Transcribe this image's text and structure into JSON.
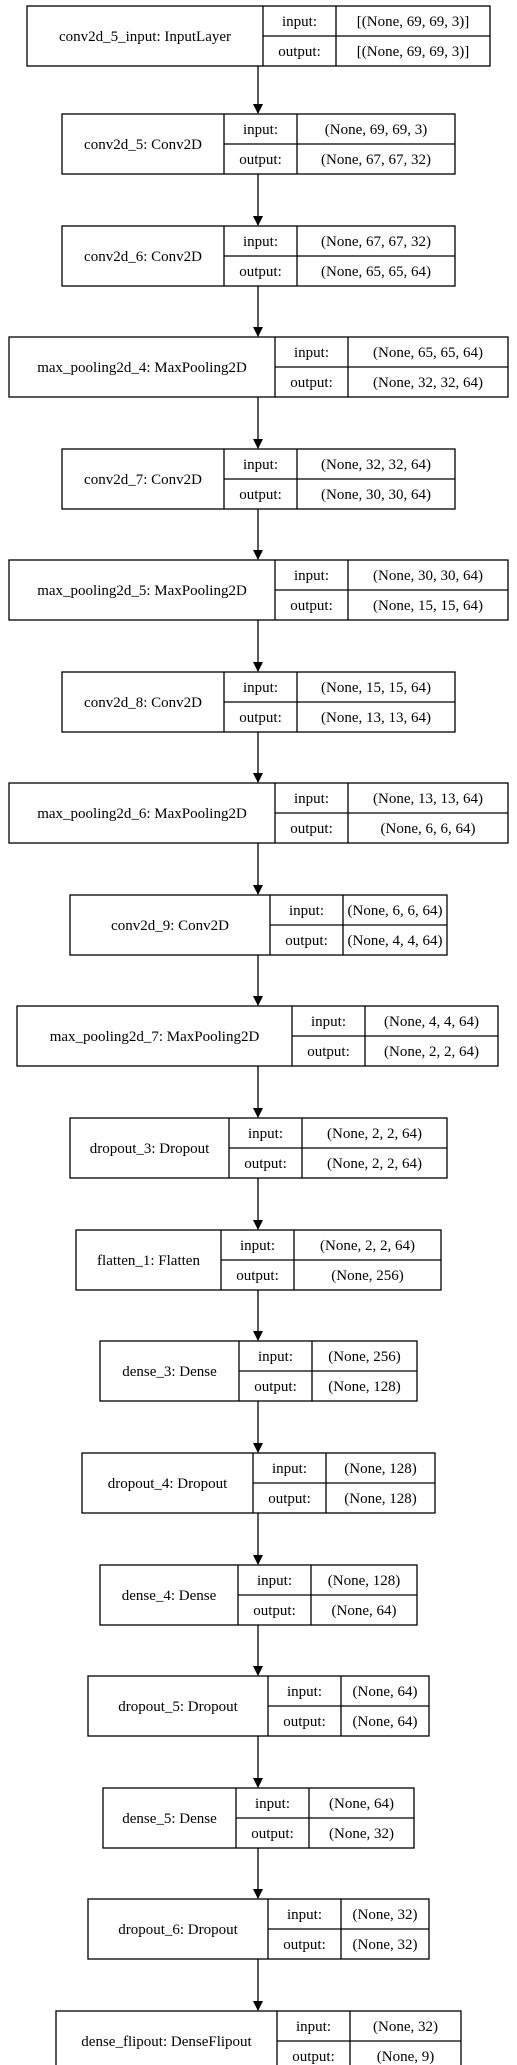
{
  "diagram": {
    "title": "",
    "port_labels": {
      "input": "input:",
      "output": "output:"
    },
    "colors": {
      "stroke": "#000000",
      "fill": "#ffffff",
      "text": "#000000",
      "background": "#ffffff"
    },
    "layers": [
      {
        "name": "conv2d_5_input: InputLayer",
        "input": "[(None, 69, 69, 3)]",
        "output": "[(None, 69, 69, 3)]"
      },
      {
        "name": "conv2d_5: Conv2D",
        "input": "(None, 69, 69, 3)",
        "output": "(None, 67, 67, 32)"
      },
      {
        "name": "conv2d_6: Conv2D",
        "input": "(None, 67, 67, 32)",
        "output": "(None, 65, 65, 64)"
      },
      {
        "name": "max_pooling2d_4: MaxPooling2D",
        "input": "(None, 65, 65, 64)",
        "output": "(None, 32, 32, 64)"
      },
      {
        "name": "conv2d_7: Conv2D",
        "input": "(None, 32, 32, 64)",
        "output": "(None, 30, 30, 64)"
      },
      {
        "name": "max_pooling2d_5: MaxPooling2D",
        "input": "(None, 30, 30, 64)",
        "output": "(None, 15, 15, 64)"
      },
      {
        "name": "conv2d_8: Conv2D",
        "input": "(None, 15, 15, 64)",
        "output": "(None, 13, 13, 64)"
      },
      {
        "name": "max_pooling2d_6: MaxPooling2D",
        "input": "(None, 13, 13, 64)",
        "output": "(None, 6, 6, 64)"
      },
      {
        "name": "conv2d_9: Conv2D",
        "input": "(None, 6, 6, 64)",
        "output": "(None, 4, 4, 64)"
      },
      {
        "name": "max_pooling2d_7: MaxPooling2D",
        "input": "(None, 4, 4, 64)",
        "output": "(None, 2, 2, 64)"
      },
      {
        "name": "dropout_3: Dropout",
        "input": "(None, 2, 2, 64)",
        "output": "(None, 2, 2, 64)"
      },
      {
        "name": "flatten_1: Flatten",
        "input": "(None, 2, 2, 64)",
        "output": "(None, 256)"
      },
      {
        "name": "dense_3: Dense",
        "input": "(None, 256)",
        "output": "(None, 128)"
      },
      {
        "name": "dropout_4: Dropout",
        "input": "(None, 128)",
        "output": "(None, 128)"
      },
      {
        "name": "dense_4: Dense",
        "input": "(None, 128)",
        "output": "(None, 64)"
      },
      {
        "name": "dropout_5: Dropout",
        "input": "(None, 64)",
        "output": "(None, 64)"
      },
      {
        "name": "dense_5: Dense",
        "input": "(None, 64)",
        "output": "(None, 32)"
      },
      {
        "name": "dropout_6: Dropout",
        "input": "(None, 32)",
        "output": "(None, 32)"
      },
      {
        "name": "dense_flipout: DenseFlipout",
        "input": "(None, 32)",
        "output": "(None, 9)"
      }
    ]
  }
}
